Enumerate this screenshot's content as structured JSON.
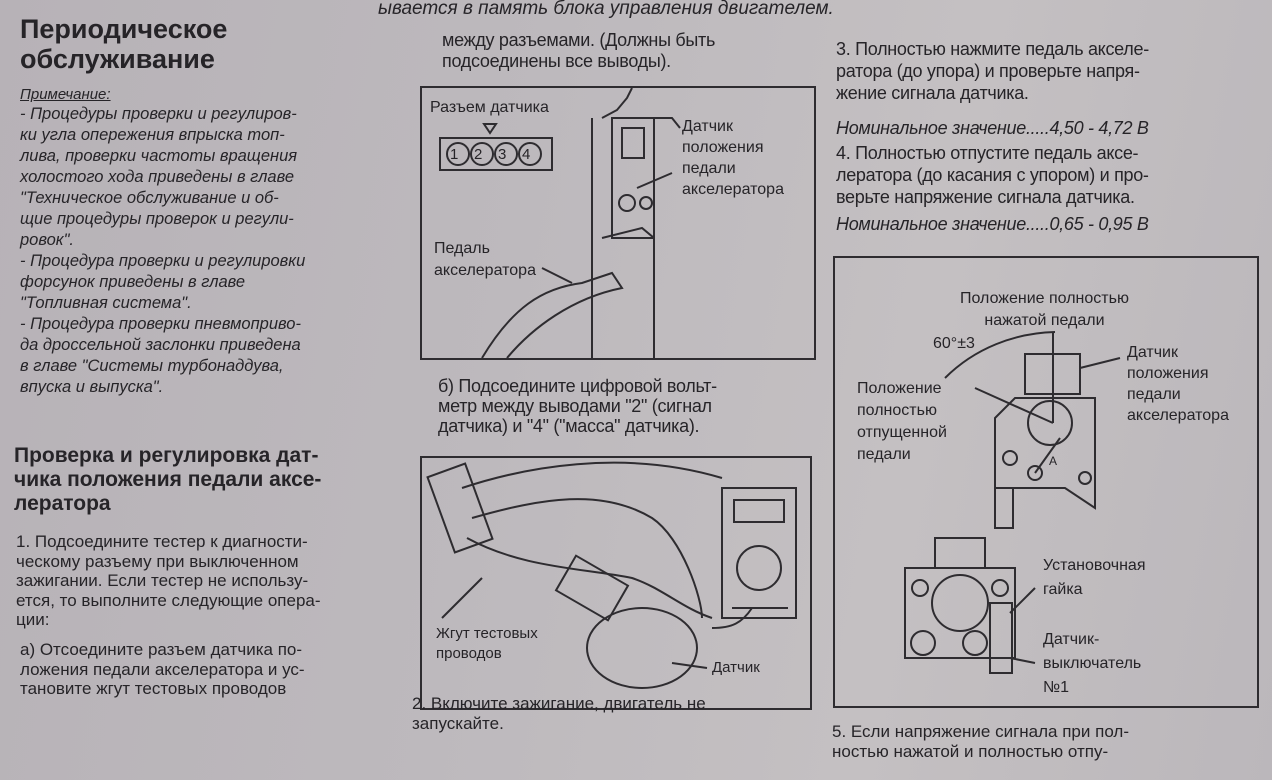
{
  "top_fragment": "ывается в память блока управления двигателем.",
  "left": {
    "title": "Периодическое\nобслуживание",
    "note_label": "Примечание:",
    "notes": [
      "- Процедуры проверки и регулиров-\nки угла опережения впрыска топ-\nлива, проверки частоты вращения\nхолостого хода приведены в главе\n\"Техническое обслуживание и об-\nщие процедуры проверок и регули-\nровок\".",
      "- Процедура проверки и регулировки\nфорсунок приведены в главе\n\"Топливная система\".",
      "- Процедура проверки пневмоприво-\nда дроссельной заслонки приведена\nв главе \"Системы турбонаддува,\nвпуска и выпуска\"."
    ],
    "section_title": "Проверка и регулировка дат-\nчика положения педали аксе-\nлератора",
    "step1": "1. Подсоедините тестер к диагности-\nческому разъему при выключенном\nзажигании. Если тестер не использу-\nется, то выполните следующие опера-\nции:",
    "step1a": "а) Отсоедините разъем датчика по-\nложения педали акселератора и ус-\nтановите жгут тестовых проводов"
  },
  "middle": {
    "continuation": "между разъемами. (Должны быть\nподсоединены все выводы).",
    "figure1": {
      "connector_label": "Разъем датчика",
      "pins": [
        "1",
        "2",
        "3",
        "4"
      ],
      "sensor_label": "Датчик\nположения\nпедали\nакселератора",
      "pedal_label": "Педаль\nакселератора"
    },
    "step1b": "б) Подсоедините цифровой вольт-\nметр между выводами \"2\" (сигнал\nдатчика) и \"4\" (\"масса\" датчика).",
    "figure2": {
      "harness_label": "Жгут тестовых\nпроводов",
      "sensor_label": "Датчик"
    },
    "step2": "2. Включите зажигание, двигатель не\nзапускайте."
  },
  "right": {
    "step3": "3. Полностью нажмите педаль акселе-\nратора (до упора) и проверьте напря-\nжение сигнала датчика.",
    "nominal1": "Номинальное значение.....4,50 - 4,72 В",
    "step4": "4. Полностью отпустите педаль аксе-\nлератора (до касания с упором) и про-\nверьте напряжение сигнала датчика.",
    "nominal2": "Номинальное значение.....0,65 - 0,95 В",
    "figure3": {
      "pressed_label": "Положение полностью\nнажатой педали",
      "angle_label": "60°±3",
      "released_label": "Положение\nполностью\nотпущенной\nпедали",
      "sensor_label": "Датчик\nположения\nпедали\nакселератора",
      "point_label": "A",
      "nut_label": "Установочная\nгайка",
      "switch_label": "Датчик-\nвыключатель\n№1"
    },
    "step5": "5. Если напряжение сигнала при пол-\nностью нажатой и полностью отпу-"
  }
}
